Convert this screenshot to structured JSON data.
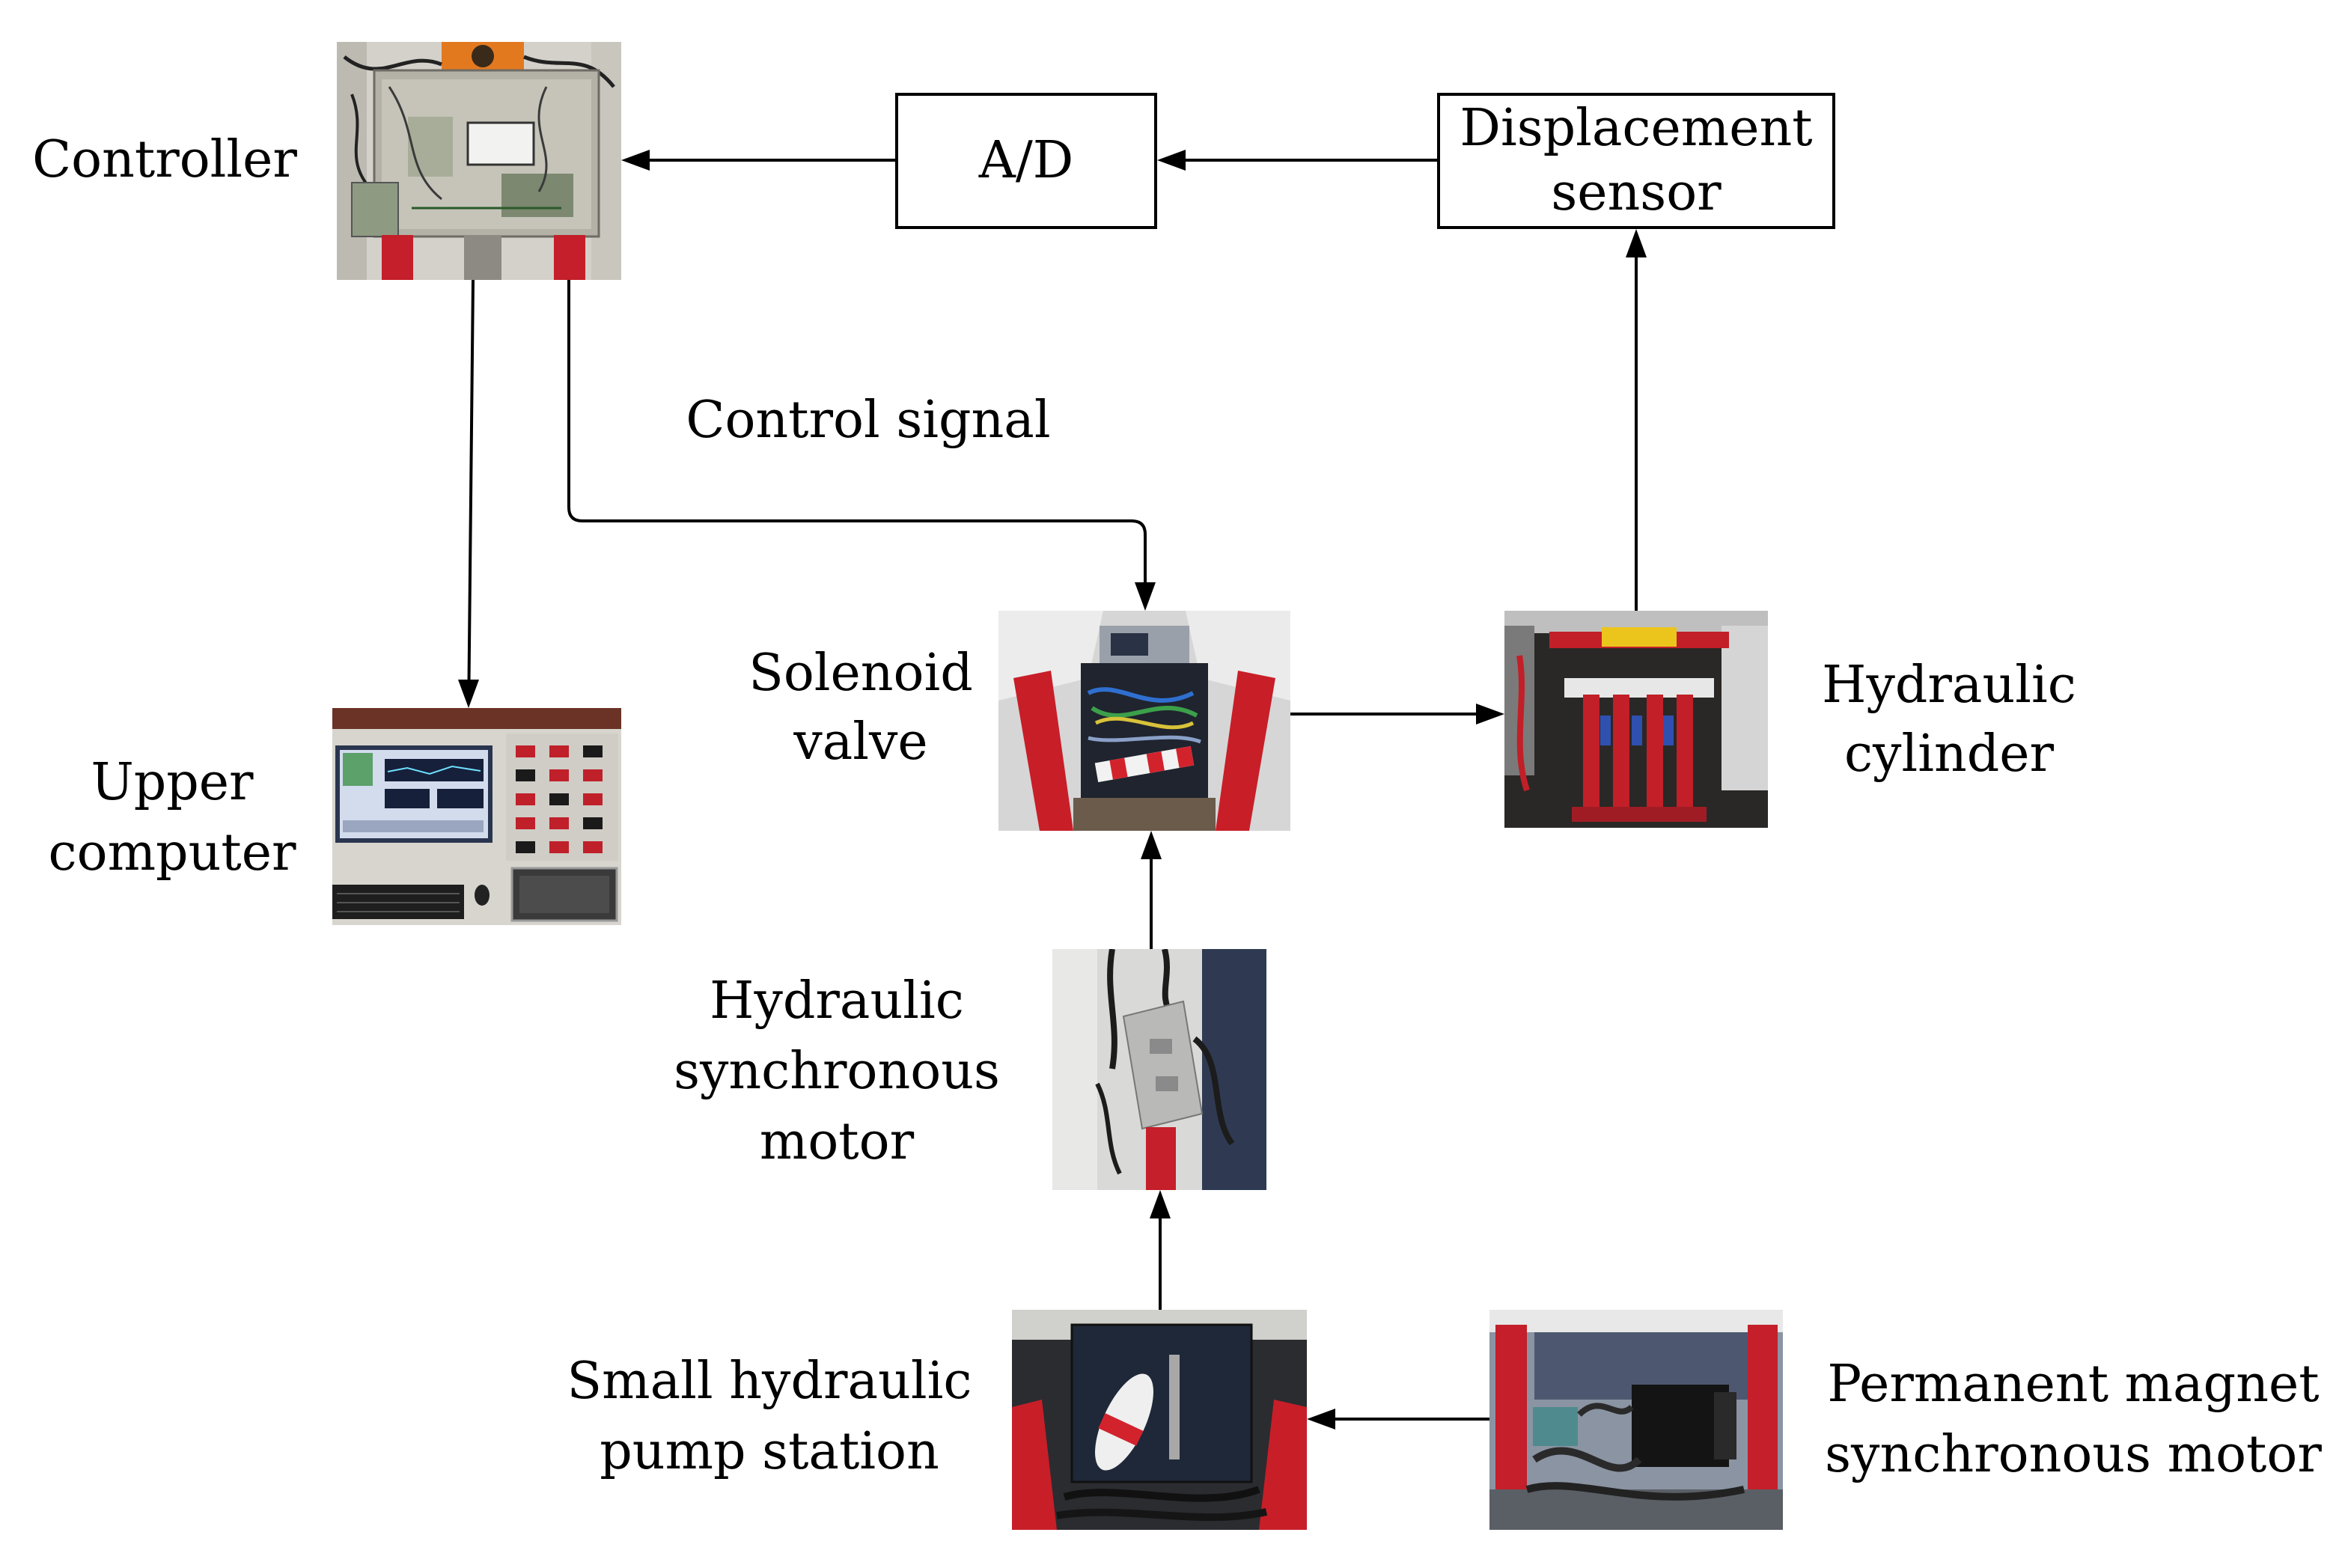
{
  "nodes": {
    "controller": {
      "label": "Controller"
    },
    "ad": {
      "label": "A/D"
    },
    "displacement_sensor": {
      "label_lines": [
        "Displacement",
        "sensor"
      ]
    },
    "upper_computer": {
      "label_lines": [
        "Upper",
        "computer"
      ]
    },
    "solenoid_valve": {
      "label_lines": [
        "Solenoid",
        "valve"
      ]
    },
    "hydraulic_cylinder": {
      "label_lines": [
        "Hydraulic",
        "cylinder"
      ]
    },
    "hydraulic_synchronous_motor": {
      "label_lines": [
        "Hydraulic",
        "synchronous",
        "motor"
      ]
    },
    "small_hydraulic_pump_station": {
      "label_lines": [
        "Small hydraulic",
        "pump station"
      ]
    },
    "permanent_magnet_synchronous_motor": {
      "label_lines": [
        "Permanent magnet",
        "synchronous motor"
      ]
    }
  },
  "edges": {
    "control_signal": {
      "label": "Control signal"
    }
  },
  "colors": {
    "background": "#ffffff",
    "line": "#000000",
    "text": "#000000"
  }
}
